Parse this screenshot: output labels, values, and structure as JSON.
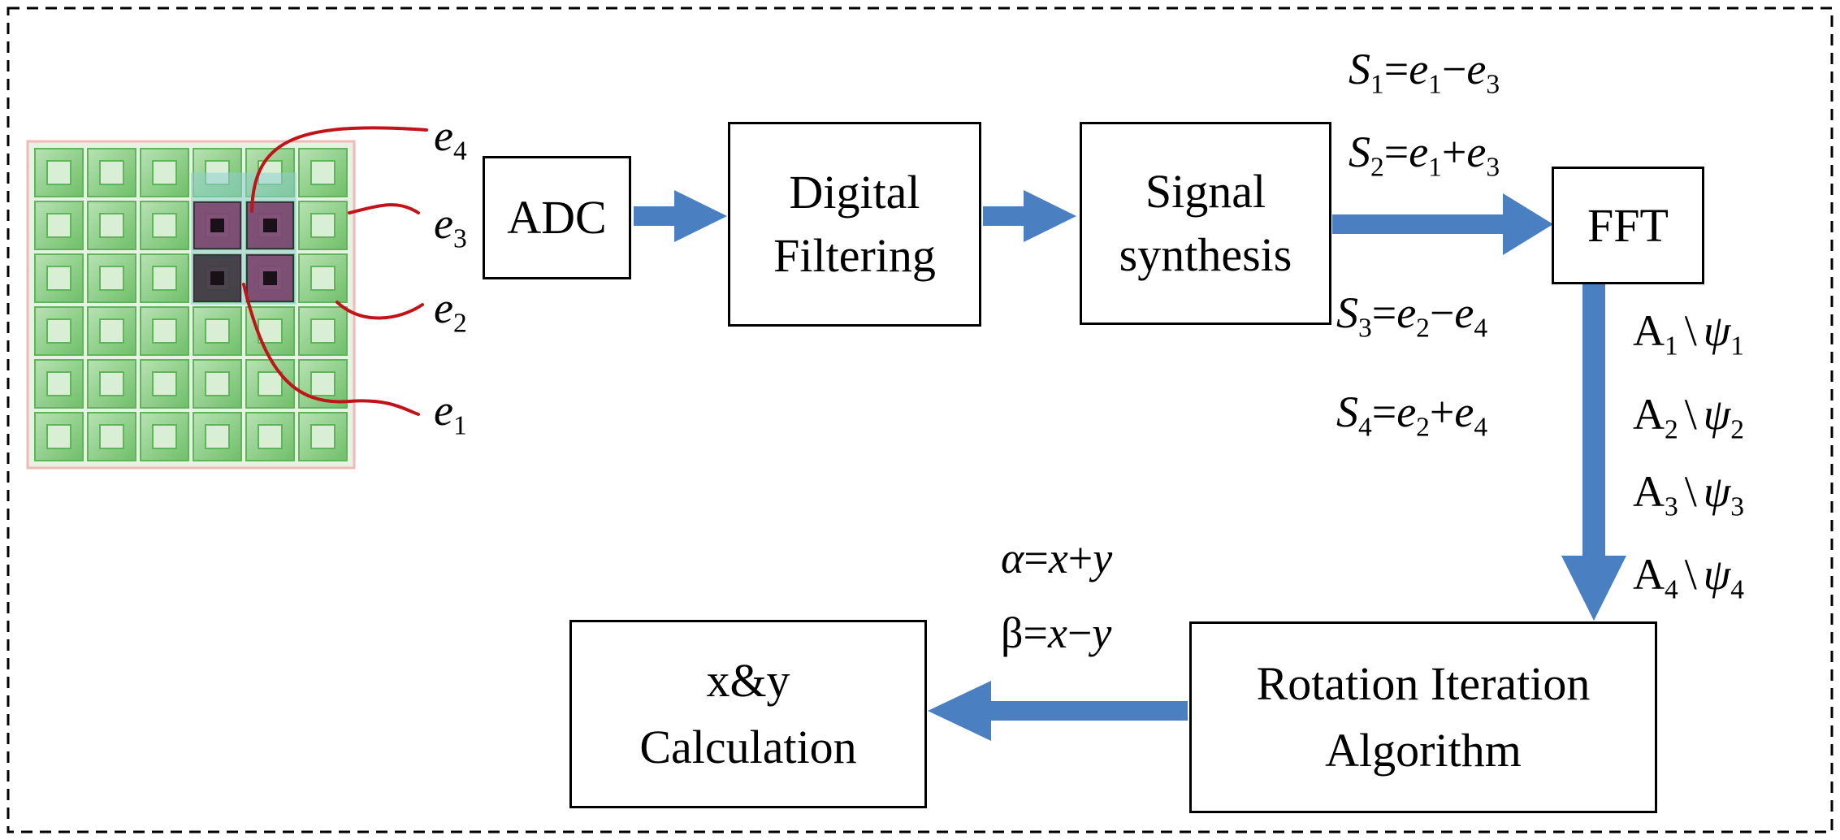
{
  "colors": {
    "arrow": "#4a7fc1",
    "grid_green": "#9fd49a",
    "grid_green_dark": "#5fb55a",
    "electrode_purple": "#7a3a6a",
    "electrode_cyan": "#8fd0d0",
    "wire_red": "#c0141a",
    "border": "#000000"
  },
  "electrode_labels": {
    "e4": {
      "letter": "e",
      "sub": "4"
    },
    "e3": {
      "letter": "e",
      "sub": "3"
    },
    "e2": {
      "letter": "e",
      "sub": "2"
    },
    "e1": {
      "letter": "e",
      "sub": "1"
    }
  },
  "blocks": {
    "adc": {
      "line1": "ADC"
    },
    "filter": {
      "line1": "Digital",
      "line2": "Filtering"
    },
    "synth": {
      "line1": "Signal",
      "line2": "synthesis"
    },
    "fft": {
      "line1": "FFT"
    },
    "rotation": {
      "line1": "Rotation Iteration",
      "line2": "Algorithm"
    },
    "xy": {
      "line1": "x&y",
      "line2": "Calculation"
    }
  },
  "equations": {
    "s1": {
      "lhs": "S",
      "lhs_sub": "1",
      "a": "e",
      "a_sub": "1",
      "op": "−",
      "b": "e",
      "b_sub": "3"
    },
    "s2": {
      "lhs": "S",
      "lhs_sub": "2",
      "a": "e",
      "a_sub": "1",
      "op": "+",
      "b": "e",
      "b_sub": "3"
    },
    "s3": {
      "lhs": "S",
      "lhs_sub": "3",
      "a": "e",
      "a_sub": "2",
      "op": "−",
      "b": "e",
      "b_sub": "4"
    },
    "s4": {
      "lhs": "S",
      "lhs_sub": "4",
      "a": "e",
      "a_sub": "2",
      "op": "+",
      "b": "e",
      "b_sub": "4"
    }
  },
  "fft_outputs": [
    {
      "a": "A",
      "sub": "1",
      "sep": "\\",
      "psi": "ψ"
    },
    {
      "a": "A",
      "sub": "2",
      "sep": "\\",
      "psi": "ψ"
    },
    {
      "a": "A",
      "sub": "3",
      "sep": "\\",
      "psi": "ψ"
    },
    {
      "a": "A",
      "sub": "4",
      "sep": "\\",
      "psi": "ψ"
    }
  ],
  "transforms": {
    "alpha": {
      "sym": "α",
      "eq": "=",
      "x": "x",
      "op": "+",
      "y": "y"
    },
    "beta": {
      "sym": "β",
      "eq": "=",
      "x": "x",
      "op": "−",
      "y": "y"
    }
  }
}
